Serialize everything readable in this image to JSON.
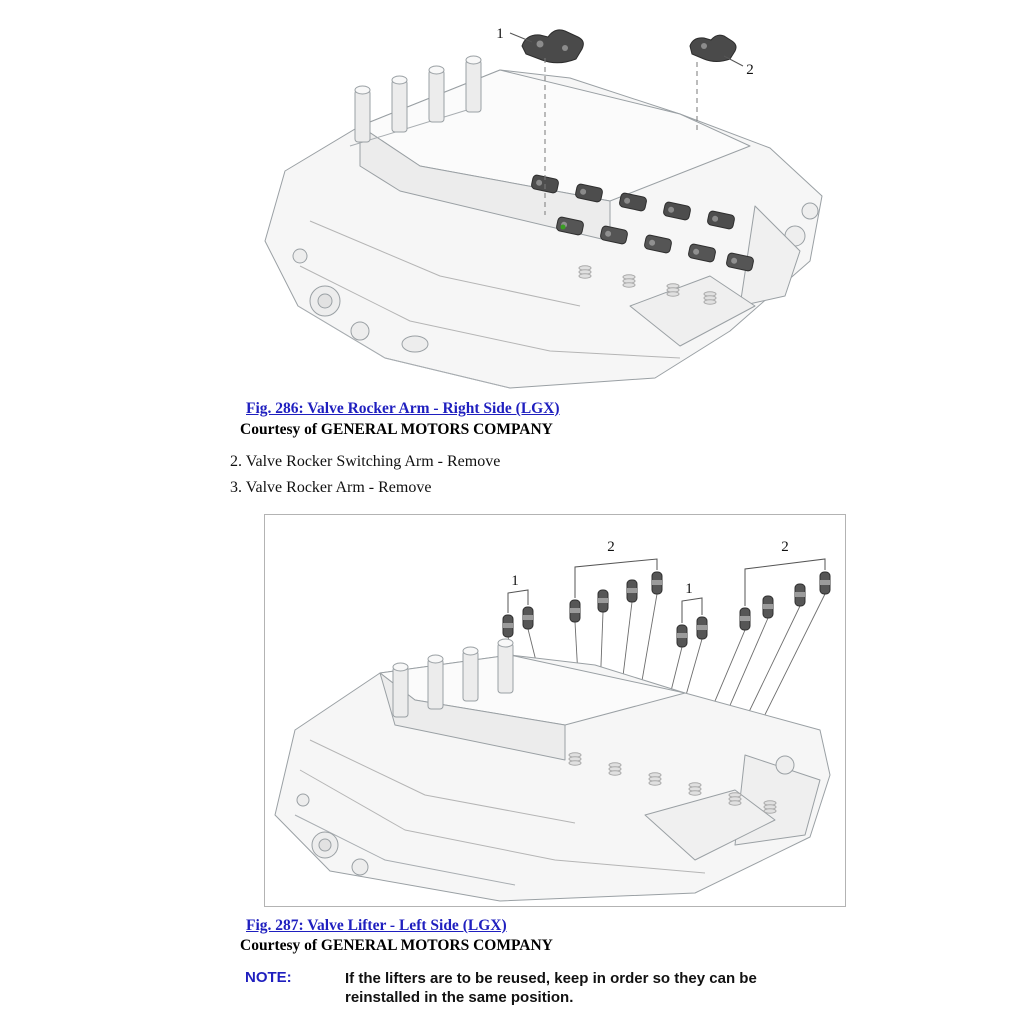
{
  "fig286": {
    "callouts": {
      "c1": "1",
      "c2": "2"
    },
    "caption": "Fig. 286: Valve Rocker Arm - Right Side (LGX)",
    "courtesy": "Courtesy of GENERAL MOTORS COMPANY"
  },
  "steps": [
    "2. Valve Rocker Switching Arm - Remove",
    "3. Valve Rocker Arm - Remove"
  ],
  "fig287": {
    "callouts": {
      "g1": "1",
      "g2": "2",
      "g3": "1",
      "g4": "2"
    },
    "caption": "Fig. 287: Valve Lifter - Left Side (LGX)",
    "courtesy": "Courtesy of GENERAL MOTORS COMPANY"
  },
  "note": {
    "label": "NOTE:",
    "text": "If the lifters are to be reused, keep in order so they can be reinstalled in the same position."
  },
  "colors": {
    "link": "#1f1fbf",
    "note_label": "#1f1fbf"
  }
}
